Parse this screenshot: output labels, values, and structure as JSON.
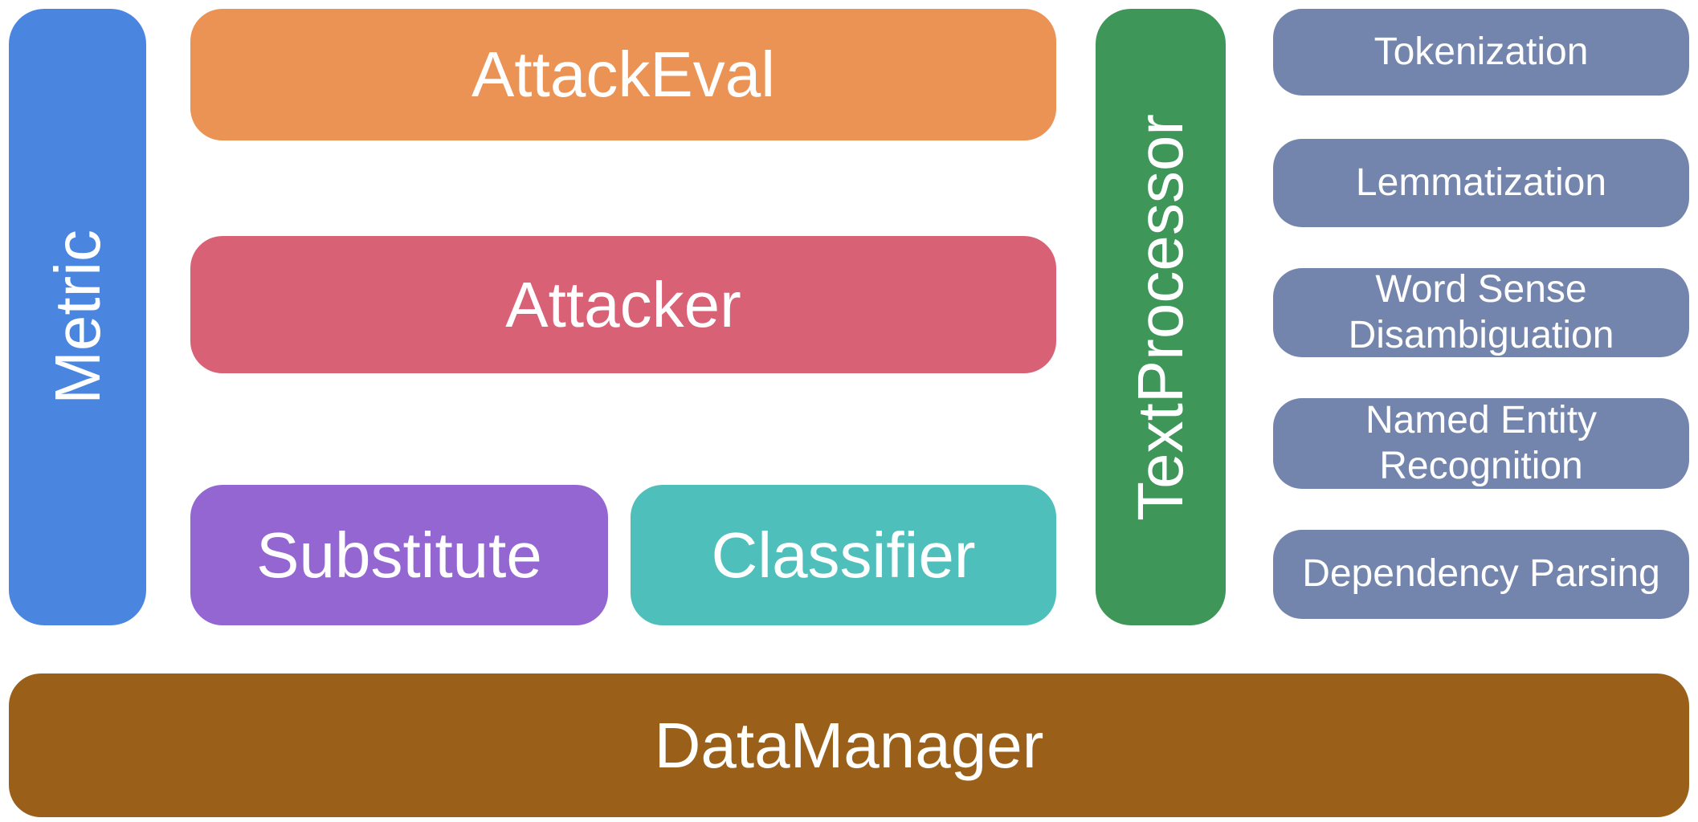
{
  "diagram": {
    "background": "#ffffff",
    "text_color": "#ffffff",
    "blocks": {
      "metric": {
        "label": "Metric",
        "color": "#4a86e0",
        "orientation": "vertical"
      },
      "attackeval": {
        "label": "AttackEval",
        "color": "#eb9355",
        "orientation": "horizontal"
      },
      "attacker": {
        "label": "Attacker",
        "color": "#d96175",
        "orientation": "horizontal"
      },
      "substitute": {
        "label": "Substitute",
        "color": "#9466d2",
        "orientation": "horizontal"
      },
      "classifier": {
        "label": "Classifier",
        "color": "#4fbfbc",
        "orientation": "horizontal"
      },
      "textprocessor": {
        "label": "TextProcessor",
        "color": "#3e9659",
        "orientation": "vertical"
      },
      "datamanager": {
        "label": "DataManager",
        "color": "#9a6019",
        "orientation": "horizontal"
      },
      "nlp_tasks": {
        "color": "#7485ad",
        "items": [
          "Tokenization",
          "Lemmatization",
          "Word Sense Disambiguation",
          "Named Entity Recognition",
          "Dependency Parsing"
        ]
      }
    }
  }
}
